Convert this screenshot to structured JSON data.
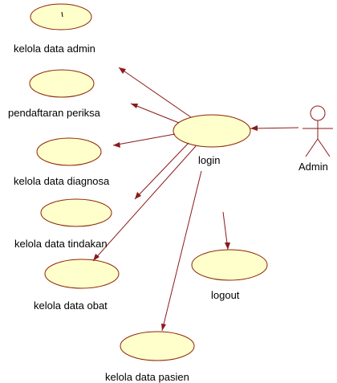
{
  "diagram": {
    "actor": {
      "label": "Admin"
    },
    "use_cases": {
      "kelola_data_admin": "kelola data admin",
      "pendaftaran_periksa": "pendaftaran periksa",
      "kelola_data_diagnosa": "kelola data diagnosa",
      "kelola_data_tindakan": "kelola data tindakan",
      "kelola_data_obat": "kelola data obat",
      "kelola_data_pasien": "kelola data pasien",
      "login": "login",
      "logout": "logout"
    },
    "colors": {
      "use_case_fill": "#ffffcc",
      "use_case_stroke": "#8b2500",
      "relation": "#8b1a1a"
    }
  }
}
